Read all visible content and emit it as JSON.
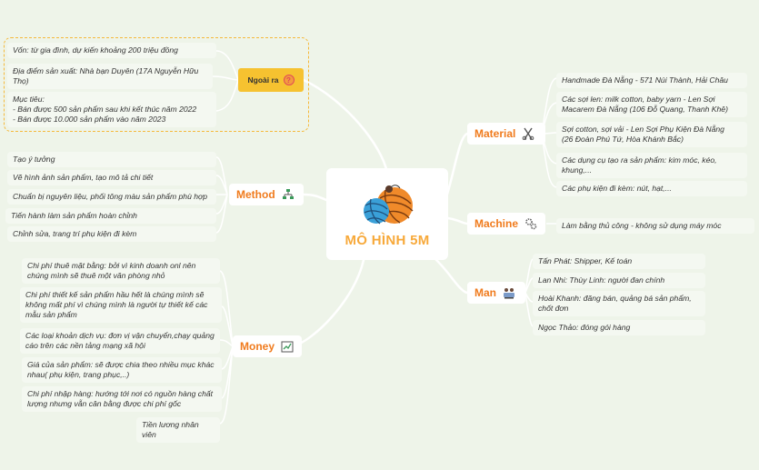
{
  "center": {
    "title": "MÔ HÌNH 5M",
    "icon": "yarn-balls-icon"
  },
  "extra": {
    "label": "Ngoài ra",
    "icon": "question-icon",
    "items": [
      "Vốn: từ gia đình, dự kiến khoảng 200 triệu đồng",
      "Địa điểm sản xuất: Nhà bạn Duyên (17A Nguyễn Hữu Thọ)",
      "Mục tiêu:\n- Bán được 500 sản phẩm sau khi kết thúc năm 2022\n- Bán được 10.000 sản phẩm vào năm 2023"
    ]
  },
  "material": {
    "label": "Material",
    "icon": "scissors-icon",
    "items": [
      "Handmade Đà Nẵng - 571 Núi Thành, Hải Châu",
      "Các sợi len: milk cotton, baby yarn - Len Sợi Macarem Đà Nẵng (106 Đỗ Quang, Thanh Khê)",
      "Sợi cotton, sợi vải - Len Sợi Phụ Kiện Đà Nẵng\n (26 Đoàn Phú Tứ, Hòa Khánh Bắc)",
      "Các dụng cụ tạo ra sản phẩm: kim móc, kéo, khung,...",
      "Các phụ kiện đi kèm: nút, hạt,..."
    ]
  },
  "machine": {
    "label": "Machine",
    "icon": "gears-icon",
    "items": [
      "Làm bằng thủ công - không sử dụng máy móc"
    ]
  },
  "man": {
    "label": "Man",
    "icon": "team-icon",
    "items": [
      "Tấn Phát: Shipper, Kế toán",
      "Lan Nhi: Thùy Linh: người đan chính",
      "Hoài Khanh: đăng bán, quảng bá sản phẩm, chốt đơn",
      "Ngọc Thảo: đóng gói hàng"
    ]
  },
  "method": {
    "label": "Method",
    "icon": "flowchart-icon",
    "items": [
      "Tạo ý tưởng",
      "Vẽ hình ảnh sản phẩm, tạo mô tả chi tiết",
      "Chuẩn bị nguyên liệu, phối tông màu sản phẩm phù hợp",
      "Tiến hành làm sản phẩm hoàn chỉnh",
      "Chỉnh sửa, trang trí phụ kiện đi kèm"
    ]
  },
  "money": {
    "label": "Money",
    "icon": "money-chart-icon",
    "items": [
      "Chi phí thuê mặt bằng: bởi vì kinh doanh onl nên chúng mình sẽ thuê một văn phòng nhỏ",
      "Chi phí thiết kế sản phẩm hầu hết là chúng mình sẽ không mất phí vì chúng mình là người tự thiết kế các mẫu sản phẩm",
      "Các loại khoản dịch vụ: đơn vị vận chuyển,chạy quảng cáo trên các nền tảng mạng xã hội",
      "Giá của sản phẩm: sẽ được chia theo nhiều mục khác nhau( phụ kiện, trang phục,..)",
      "Chi phí nhập hàng: hướng tới nơi có nguồn hàng chất lượng nhưng vẫn cân bằng được chi phí gốc",
      "Tiền lương nhân viên"
    ]
  },
  "colors": {
    "background": "#eef4e9",
    "branch_text": "#f07b1d",
    "center_text": "#f7a93a",
    "lines": "#ffffff",
    "extra_button": "#f6c230",
    "extra_border": "#f5b93b"
  }
}
